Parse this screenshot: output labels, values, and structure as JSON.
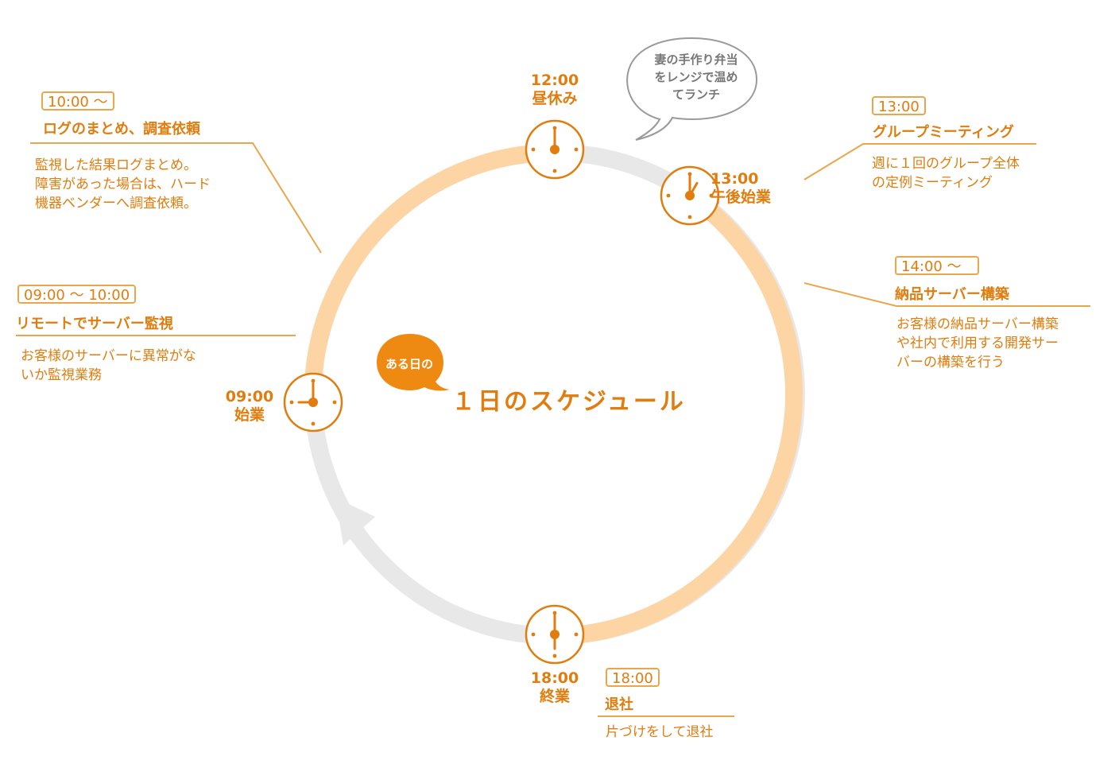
{
  "center": {
    "badge": "ある日の",
    "title": "１日のスケジュール"
  },
  "bubble": {
    "text": "妻の手作り弁当\nをレンジで温め\nてランチ"
  },
  "clocks": [
    {
      "id": "0900",
      "time": "09:00",
      "label": "始業",
      "hour": 9
    },
    {
      "id": "1200",
      "time": "12:00",
      "label": "昼休み",
      "hour": 12
    },
    {
      "id": "1300",
      "time": "13:00",
      "label": "午後始業",
      "hour": 13
    },
    {
      "id": "1800",
      "time": "18:00",
      "label": "終業",
      "hour": 18
    }
  ],
  "schedule": [
    {
      "id": "remote-monitoring",
      "time": "09:00 〜 10:00",
      "title": "リモートでサーバー監視",
      "desc": "お客様のサーバーに異常がな\nいか監視業務"
    },
    {
      "id": "log-summary",
      "time": "10:00 〜",
      "title": "ログのまとめ、調査依頼",
      "desc": "監視した結果ログまとめ。\n障害があった場合は、ハード\n機器ベンダーへ調査依頼。"
    },
    {
      "id": "group-meeting",
      "time": "13:00",
      "title": "グループミーティング",
      "desc": "週に１回のグループ全体\nの定例ミーティング"
    },
    {
      "id": "server-build",
      "time": "14:00 〜",
      "title": "納品サーバー構築",
      "desc": "お客様の納品サーバー構築\nや社内で利用する開発サー\nバーの構築を行う"
    },
    {
      "id": "leave-office",
      "time": "18:00",
      "title": "退社",
      "desc": "片づけをして退社"
    }
  ],
  "colors": {
    "accent": "#e07d0e",
    "ring_active": "#fdd4a3",
    "ring_idle": "#e8e8e8",
    "line": "#e9a64a"
  }
}
